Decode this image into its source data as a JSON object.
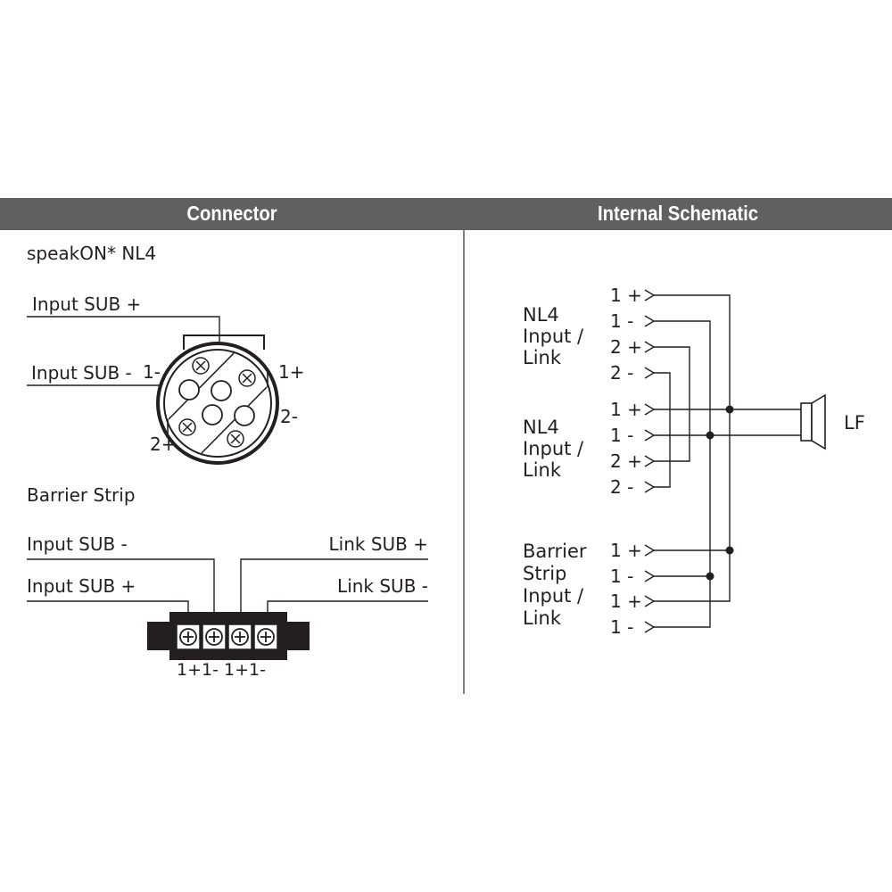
{
  "header": {
    "connector_title": "Connector",
    "schematic_title": "Internal Schematic"
  },
  "connector": {
    "speakon_title": "speakON* NL4",
    "labels": {
      "input_sub_plus": "Input SUB +",
      "input_sub_minus": "Input SUB -",
      "pin_1_minus": "1-",
      "pin_1_plus": "1+",
      "pin_2_minus": "2-",
      "pin_2_plus": "2+"
    },
    "barrier_title": "Barrier Strip",
    "barrier_labels": {
      "input_sub_minus": "Input SUB -",
      "input_sub_plus": "Input SUB +",
      "link_sub_plus": "Link SUB +",
      "link_sub_minus": "Link SUB -"
    },
    "terminal_markings": "1+1- 1+1-"
  },
  "schematic": {
    "groups": [
      {
        "lines": [
          "NL4",
          "Input /",
          "Link"
        ],
        "pins": [
          "1 +",
          "1 -",
          "2 +",
          "2 -"
        ]
      },
      {
        "lines": [
          "NL4",
          "Input /",
          "Link"
        ],
        "pins": [
          "1 +",
          "1 -",
          "2 +",
          "2 -"
        ]
      },
      {
        "lines": [
          "Barrier",
          "Strip",
          "Input /",
          "Link"
        ],
        "pins": [
          "1 +",
          "1 -",
          "1 +",
          "1 -"
        ]
      }
    ],
    "output_label": "LF"
  },
  "colors": {
    "header_bg": "#5f6062",
    "header_text": "#ffffff",
    "ink": "#231f20",
    "divider": "#555555"
  }
}
